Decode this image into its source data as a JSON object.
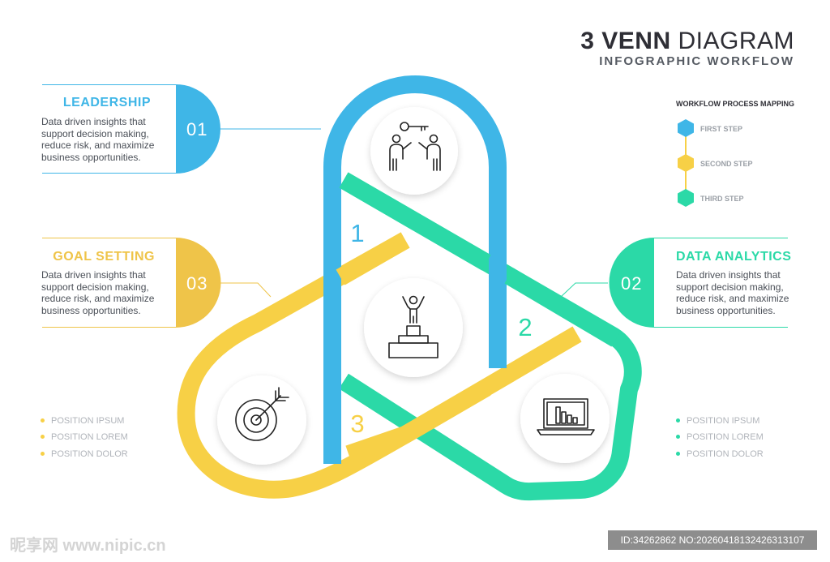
{
  "header": {
    "title_bold": "3 VENN",
    "title_light": "DIAGRAM",
    "subtitle": "INFOGRAPHIC WORKFLOW"
  },
  "colors": {
    "blue": "#3fb6e7",
    "green": "#2bd9a7",
    "yellow": "#f7d046",
    "gold": "#efc449",
    "text_dark": "#2e2e35",
    "text_gray": "#4a4f57"
  },
  "legend": {
    "title": "WORKFLOW PROCESS MAPPING",
    "steps": [
      {
        "label": "FIRST STEP",
        "color": "#3fb6e7"
      },
      {
        "label": "SECOND STEP",
        "color": "#f7d046"
      },
      {
        "label": "THIRD STEP",
        "color": "#2bd9a7"
      }
    ]
  },
  "cards": [
    {
      "number": "01",
      "title": "LEADERSHIP",
      "text": "Data driven insights that support decision making, reduce risk, and maximize business opportunities.",
      "color": "#3fb6e7"
    },
    {
      "number": "02",
      "title": "DATA ANALYTICS",
      "text": "Data driven insights that support decision making, reduce risk, and maximize business opportunities.",
      "color": "#2bd9a7"
    },
    {
      "number": "03",
      "title": "GOAL SETTING",
      "text": "Data driven insights that support decision making, reduce risk, and maximize business opportunities.",
      "color": "#efc449"
    }
  ],
  "diagram": {
    "loop_numbers": [
      "1",
      "2",
      "3"
    ],
    "icons": [
      "handshake-key-icon",
      "podium-winner-icon",
      "target-arrow-icon",
      "laptop-chart-icon"
    ]
  },
  "positions_left": [
    "POSITION IPSUM",
    "POSITION LOREM",
    "POSITION DOLOR"
  ],
  "positions_right": [
    "POSITION IPSUM",
    "POSITION LOREM",
    "POSITION DOLOR"
  ],
  "watermark": {
    "site": "昵享网 www.nipic.cn",
    "id_text": "ID:34262862 NO:20260418132426313107"
  }
}
